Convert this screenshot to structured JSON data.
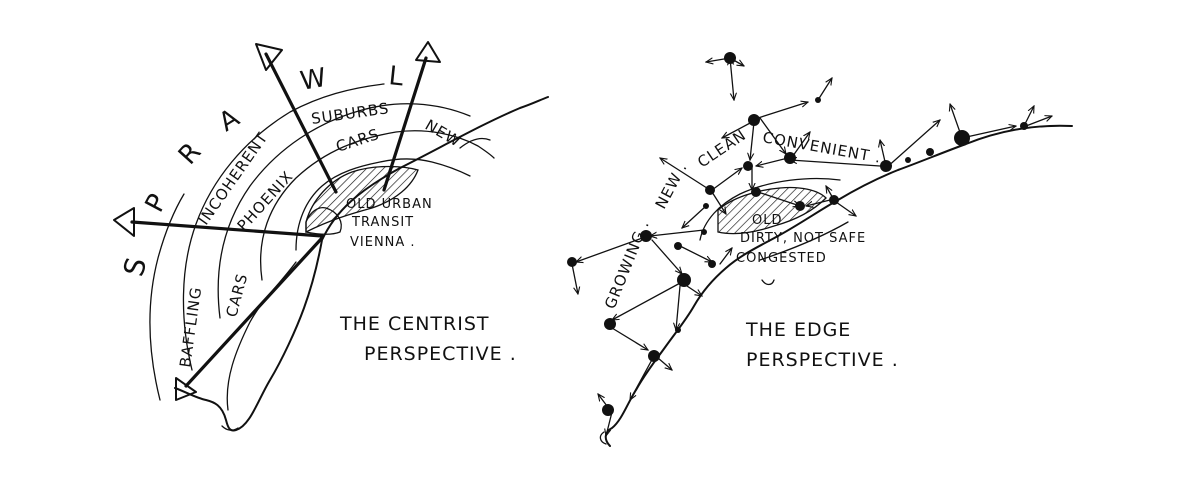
{
  "left": {
    "title_line1": "THE CENTRIST",
    "title_line2": "PERSPECTIVE .",
    "sprawl_letters": [
      "S",
      "P",
      "R",
      "A",
      "W",
      "L"
    ],
    "ring_labels": {
      "incoherent": "INCOHERENT",
      "suburbs": "SUBURBS",
      "new": "NEW",
      "phoenix": "PHOENIX",
      "cars_top": "CARS",
      "cars_left": "CARS",
      "baffling": "BAFFLING"
    },
    "core_lines": [
      "OLD URBAN",
      "TRANSIT",
      "VIENNA ."
    ]
  },
  "right": {
    "title_line1": "THE EDGE",
    "title_line2": "PERSPECTIVE .",
    "labels": {
      "growing": "GROWING .",
      "new": "NEW .",
      "clean": "CLEAN",
      "convenient": "CONVENIENT .",
      "old": "OLD",
      "dirty": "DIRTY, NOT SAFE",
      "congested": "CONGESTED"
    }
  }
}
